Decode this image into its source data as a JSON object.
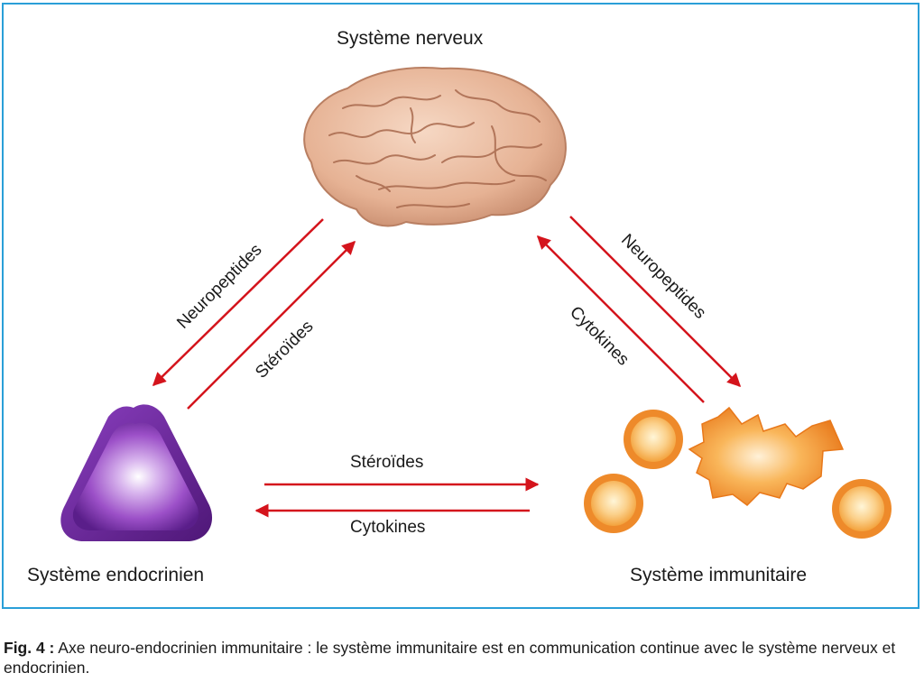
{
  "colors": {
    "border": "#2a9fd8",
    "arrow": "#d4141c",
    "brain": "#e8b89c",
    "endocrine": "#6a2a9a",
    "immune": "#f08a20"
  },
  "nodes": {
    "nervous": {
      "label": "Système nerveux",
      "icon": "brain-icon"
    },
    "endocrine": {
      "label": "Système endocrinien",
      "icon": "endocrine-cell-icon"
    },
    "immune": {
      "label": "Système immunitaire",
      "icon": "immune-cells-icon"
    }
  },
  "arrows": {
    "nervous_to_endocrine": "Neuropeptides",
    "endocrine_to_nervous": "Stéroïdes",
    "nervous_to_immune": "Neuropeptides",
    "immune_to_nervous": "Cytokines",
    "endocrine_to_immune": "Stéroïdes",
    "immune_to_endocrine": "Cytokines"
  },
  "caption": {
    "prefix": "Fig. 4 :",
    "text": " Axe neuro-endocrinien immunitaire : le système immunitaire est en communication continue avec le système nerveux et endocrinien."
  }
}
